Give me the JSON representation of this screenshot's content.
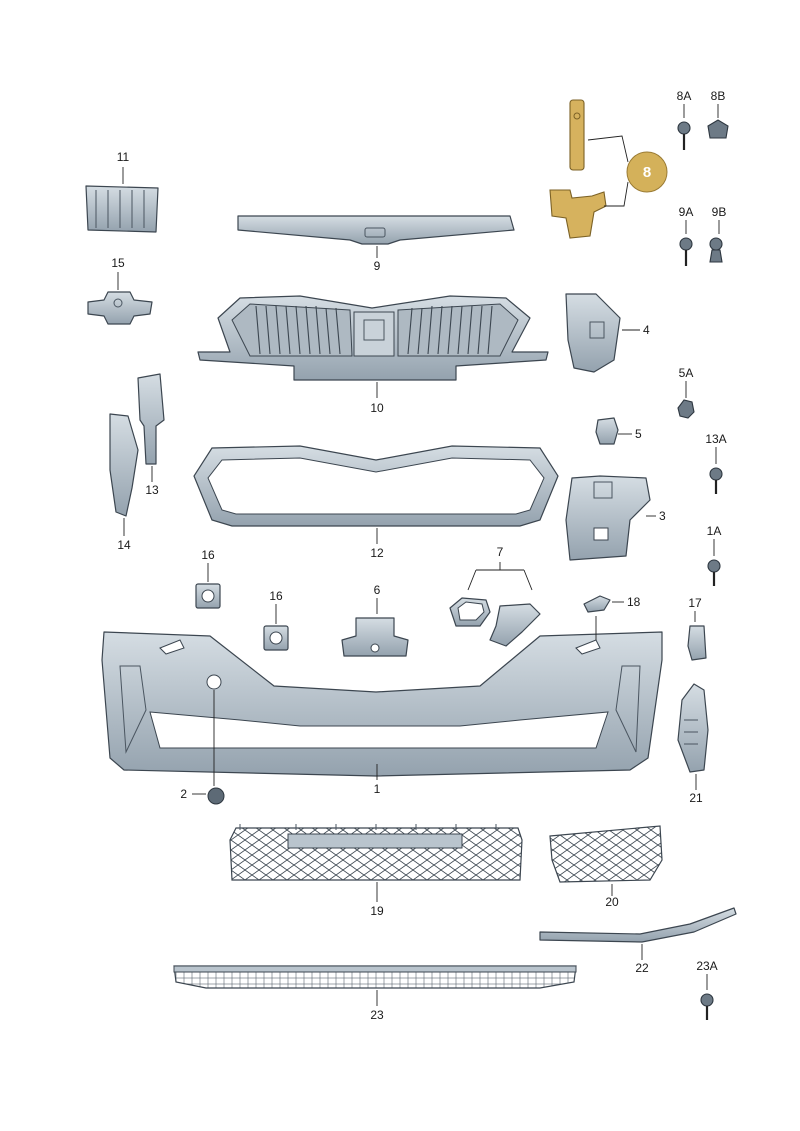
{
  "callouts": {
    "c1": "1",
    "c2": "2",
    "c3": "3",
    "c4": "4",
    "c5": "5",
    "c5a": "5A",
    "c6": "6",
    "c7": "7",
    "c8": "8",
    "c8a": "8A",
    "c8b": "8B",
    "c9": "9",
    "c9a": "9A",
    "c9b": "9B",
    "c10": "10",
    "c11": "11",
    "c12": "12",
    "c13": "13",
    "c13a": "13A",
    "c14": "14",
    "c15": "15",
    "c16a": "16",
    "c16b": "16",
    "c17": "17",
    "c18": "18",
    "c19": "19",
    "c1a": "1A",
    "c20": "20",
    "c21": "21",
    "c22": "22",
    "c23": "23",
    "c23a": "23A"
  },
  "highlight": {
    "color": "#d4b15a",
    "part": "8"
  },
  "colors": {
    "part_fill": "#b9c4cd",
    "outline": "#3c4650"
  }
}
